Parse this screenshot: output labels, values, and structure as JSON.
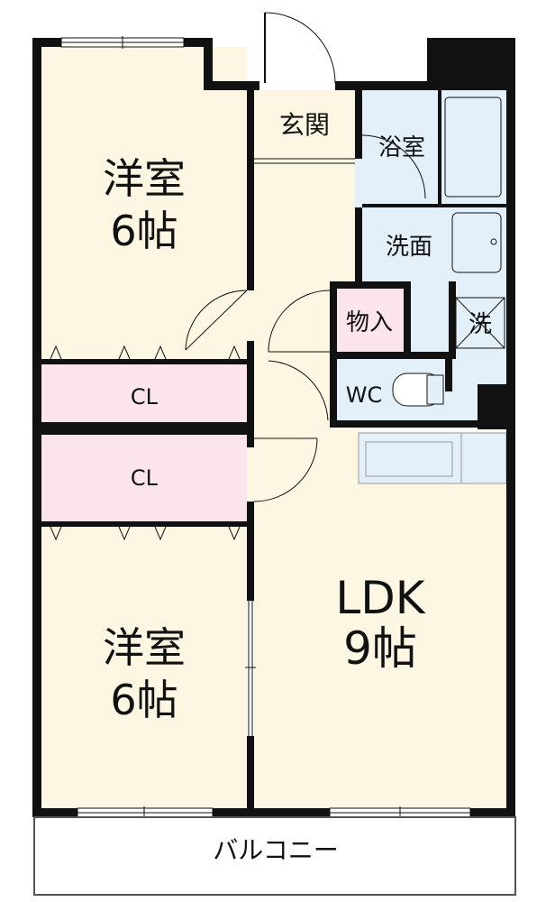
{
  "rooms": {
    "western_room_1": {
      "name": "洋室",
      "size": "6帖"
    },
    "western_room_2": {
      "name": "洋室",
      "size": "6帖"
    },
    "ldk": {
      "name": "LDK",
      "size": "9帖"
    },
    "closet_1": {
      "name": "CL"
    },
    "closet_2": {
      "name": "CL"
    },
    "entrance": {
      "name": "玄関"
    },
    "bathroom": {
      "name": "浴室"
    },
    "washroom": {
      "name": "洗面"
    },
    "storage": {
      "name": "物入"
    },
    "laundry": {
      "name": "洗"
    },
    "toilet": {
      "name": "WC"
    },
    "balcony": {
      "name": "バルコニー"
    }
  },
  "colors": {
    "room_floor": "#fdf6e3",
    "closet": "#fbe4ec",
    "wet_area": "#e3f0fa",
    "wall": "#111111",
    "balcony": "#ffffff"
  }
}
